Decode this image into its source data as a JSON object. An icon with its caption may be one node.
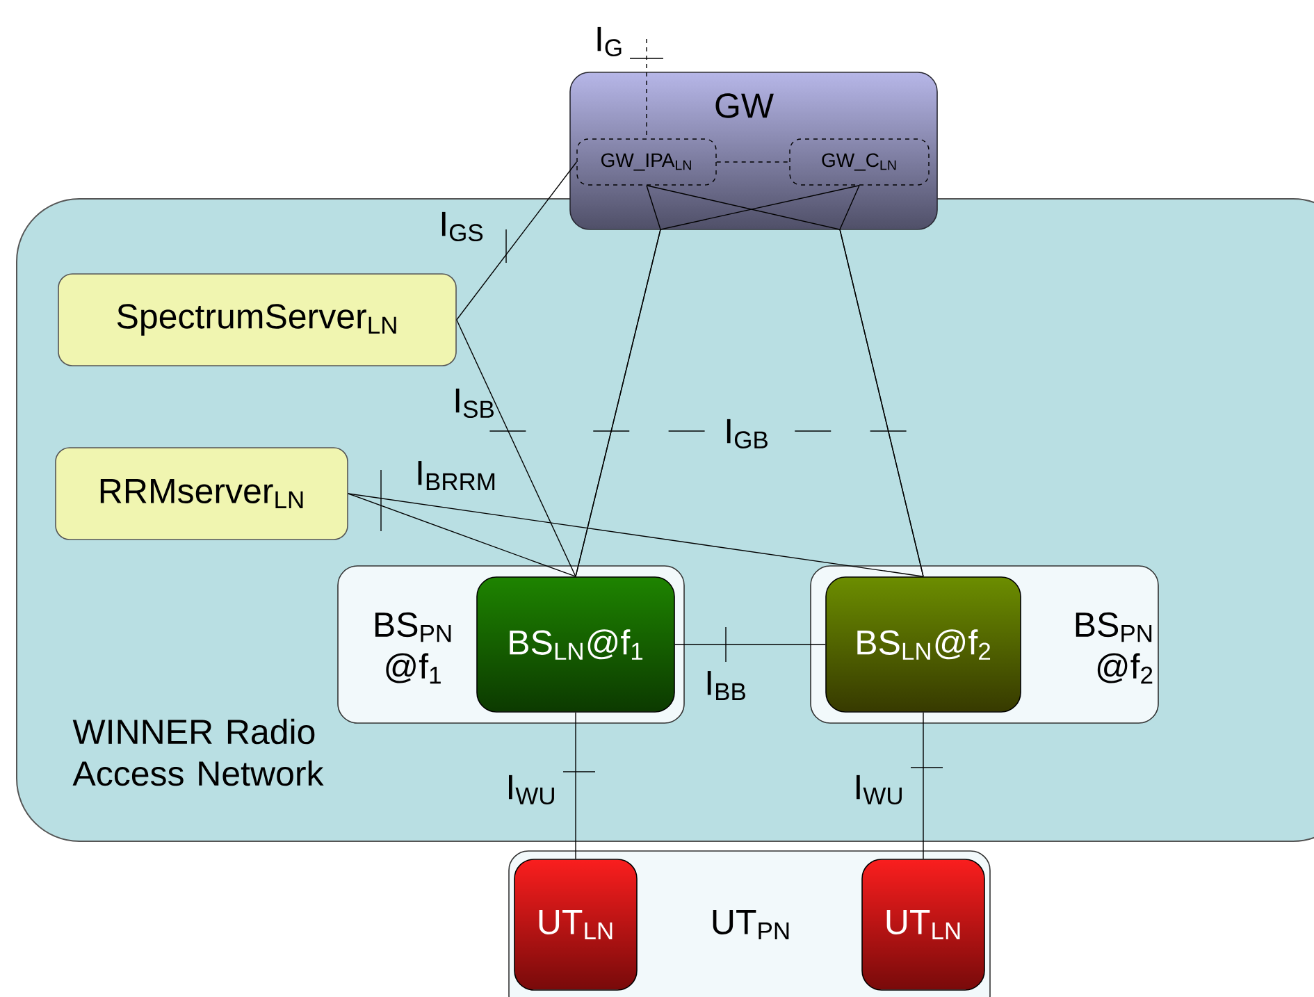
{
  "diagram": {
    "nodes": [
      {
        "text": [
          "WINNER Radio Access Network"
        ]
      },
      {
        "text": [
          "GW"
        ]
      },
      {
        "text": [
          "GW_IPA$_{LN}$"
        ],
        "in": 1
      },
      {
        "text": [
          "GW_C$_{LN}$"
        ],
        "in": 1
      },
      {
        "text": [
          "SpectrumServer$_{LN}$"
        ],
        "in": 0
      },
      {
        "text": [
          "RRMserver$_{LN}$"
        ],
        "in": 0
      },
      {
        "text": [
          "BS$_{PN}$ @f$_{1}$"
        ],
        "in": 0
      },
      {
        "text": [
          "BS$_{LN}$@f$_{1}$"
        ],
        "in": 6
      },
      {
        "text": [
          "BS$_{PN}$ @f$_{2}$"
        ],
        "in": 0
      },
      {
        "text": [
          "BS$_{LN}$@f$_{2}$"
        ],
        "in": 8
      },
      {
        "text": [
          "UT$_{PN}$"
        ]
      },
      {
        "text": [
          "UT$_{LN}$"
        ],
        "in": 10
      },
      {
        "text": [
          "UT$_{LN}$"
        ],
        "in": 10
      }
    ],
    "edges": [
      {
        "from": null,
        "to": 2,
        "arrow": "none",
        "style": "dashed",
        "label": "I$_{G}$"
      },
      {
        "from": 2,
        "to": 3,
        "arrow": "none",
        "style": "dashed"
      },
      {
        "from": 2,
        "to": 4,
        "arrow": "none",
        "label": "I$_{GS}$"
      },
      {
        "from": 2,
        "to": 7,
        "arrow": "none"
      },
      {
        "from": 2,
        "to": 9,
        "arrow": "none"
      },
      {
        "from": 3,
        "to": 7,
        "arrow": "none"
      },
      {
        "from": 3,
        "to": 9,
        "arrow": "none"
      },
      {
        "from": 4,
        "to": 7,
        "arrow": "none",
        "label": "I$_{SB}$"
      },
      {
        "from": 5,
        "to": 7,
        "arrow": "none"
      },
      {
        "from": 5,
        "to": 9,
        "arrow": "none"
      },
      {
        "from": 7,
        "to": 9,
        "arrow": "none",
        "label": "I$_{BB}$"
      },
      {
        "from": 7,
        "to": 11,
        "arrow": "none",
        "label": "I$_{WU}$"
      },
      {
        "from": 9,
        "to": 12,
        "arrow": "none",
        "label": "I$_{WU}$"
      }
    ],
    "labels": [
      "I$_{GB}$",
      "I$_{BRRM}$"
    ]
  }
}
